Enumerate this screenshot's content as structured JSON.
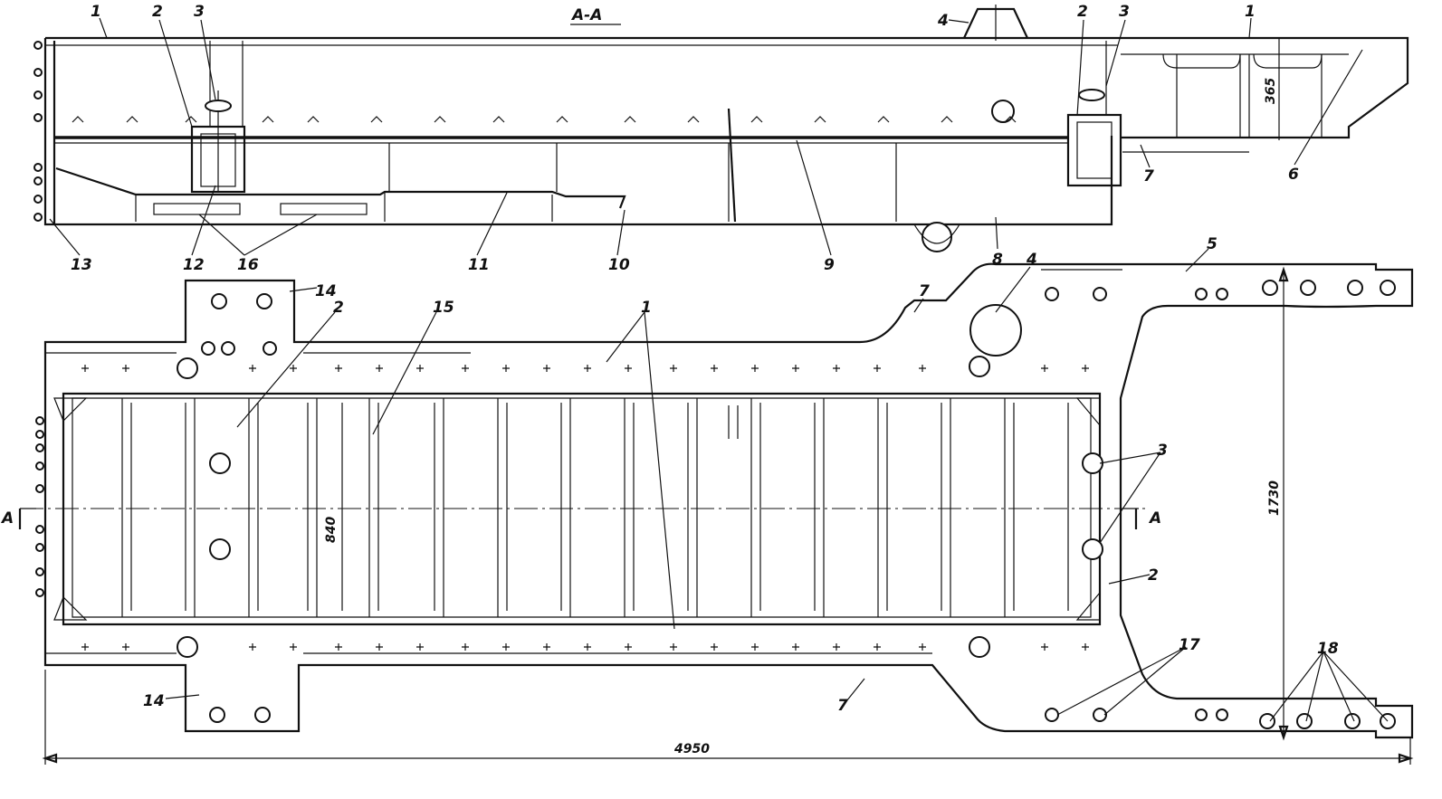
{
  "section_title": "A-A",
  "dimensions": {
    "height_arm": "365",
    "inner_width": "840",
    "overall_width": "1730",
    "overall_length": "4950"
  },
  "section_mark": "A",
  "callouts_section": [
    "1",
    "2",
    "3",
    "4",
    "2",
    "3",
    "1",
    "6",
    "7",
    "8",
    "9",
    "10",
    "11",
    "12",
    "16",
    "13"
  ],
  "callouts_plan": [
    "14",
    "2",
    "15",
    "1",
    "7",
    "4",
    "5",
    "3",
    "2",
    "17",
    "18",
    "14",
    "7"
  ]
}
